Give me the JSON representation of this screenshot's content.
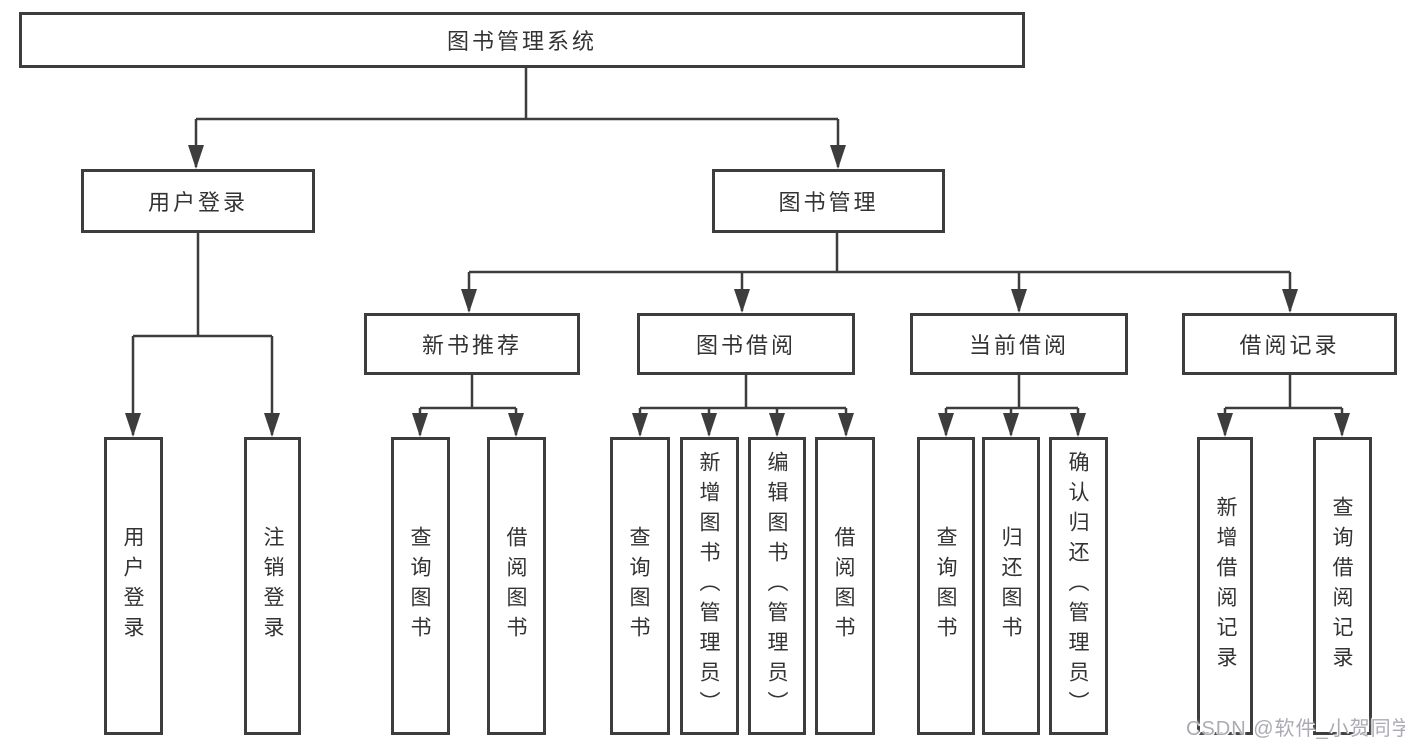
{
  "diagram": {
    "title": "图书管理系统",
    "watermark": "CSDN @软件_小贺同学",
    "colors": {
      "line": "#3d3d3d",
      "box_border": "#3d3d3d",
      "box_background": "#ffffff",
      "text": "#333333",
      "watermark": "#ababb3",
      "page_background": "#ffffff"
    },
    "root": {
      "label": "图书管理系统"
    },
    "level2": [
      {
        "label": "用户登录",
        "children": [
          {
            "label": "用户登录"
          },
          {
            "label": "注销登录"
          }
        ]
      },
      {
        "label": "图书管理",
        "children": [
          {
            "label": "新书推荐",
            "children": [
              {
                "label": "查询图书"
              },
              {
                "label": "借阅图书"
              }
            ]
          },
          {
            "label": "图书借阅",
            "children": [
              {
                "label": "查询图书"
              },
              {
                "label": "新增图书（管理员）"
              },
              {
                "label": "编辑图书（管理员）"
              },
              {
                "label": "借阅图书"
              }
            ]
          },
          {
            "label": "当前借阅",
            "children": [
              {
                "label": "查询图书"
              },
              {
                "label": "归还图书"
              },
              {
                "label": "确认归还（管理员）"
              }
            ]
          },
          {
            "label": "借阅记录",
            "children": [
              {
                "label": "新增借阅记录"
              },
              {
                "label": "查询借阅记录"
              }
            ]
          }
        ]
      }
    ]
  }
}
